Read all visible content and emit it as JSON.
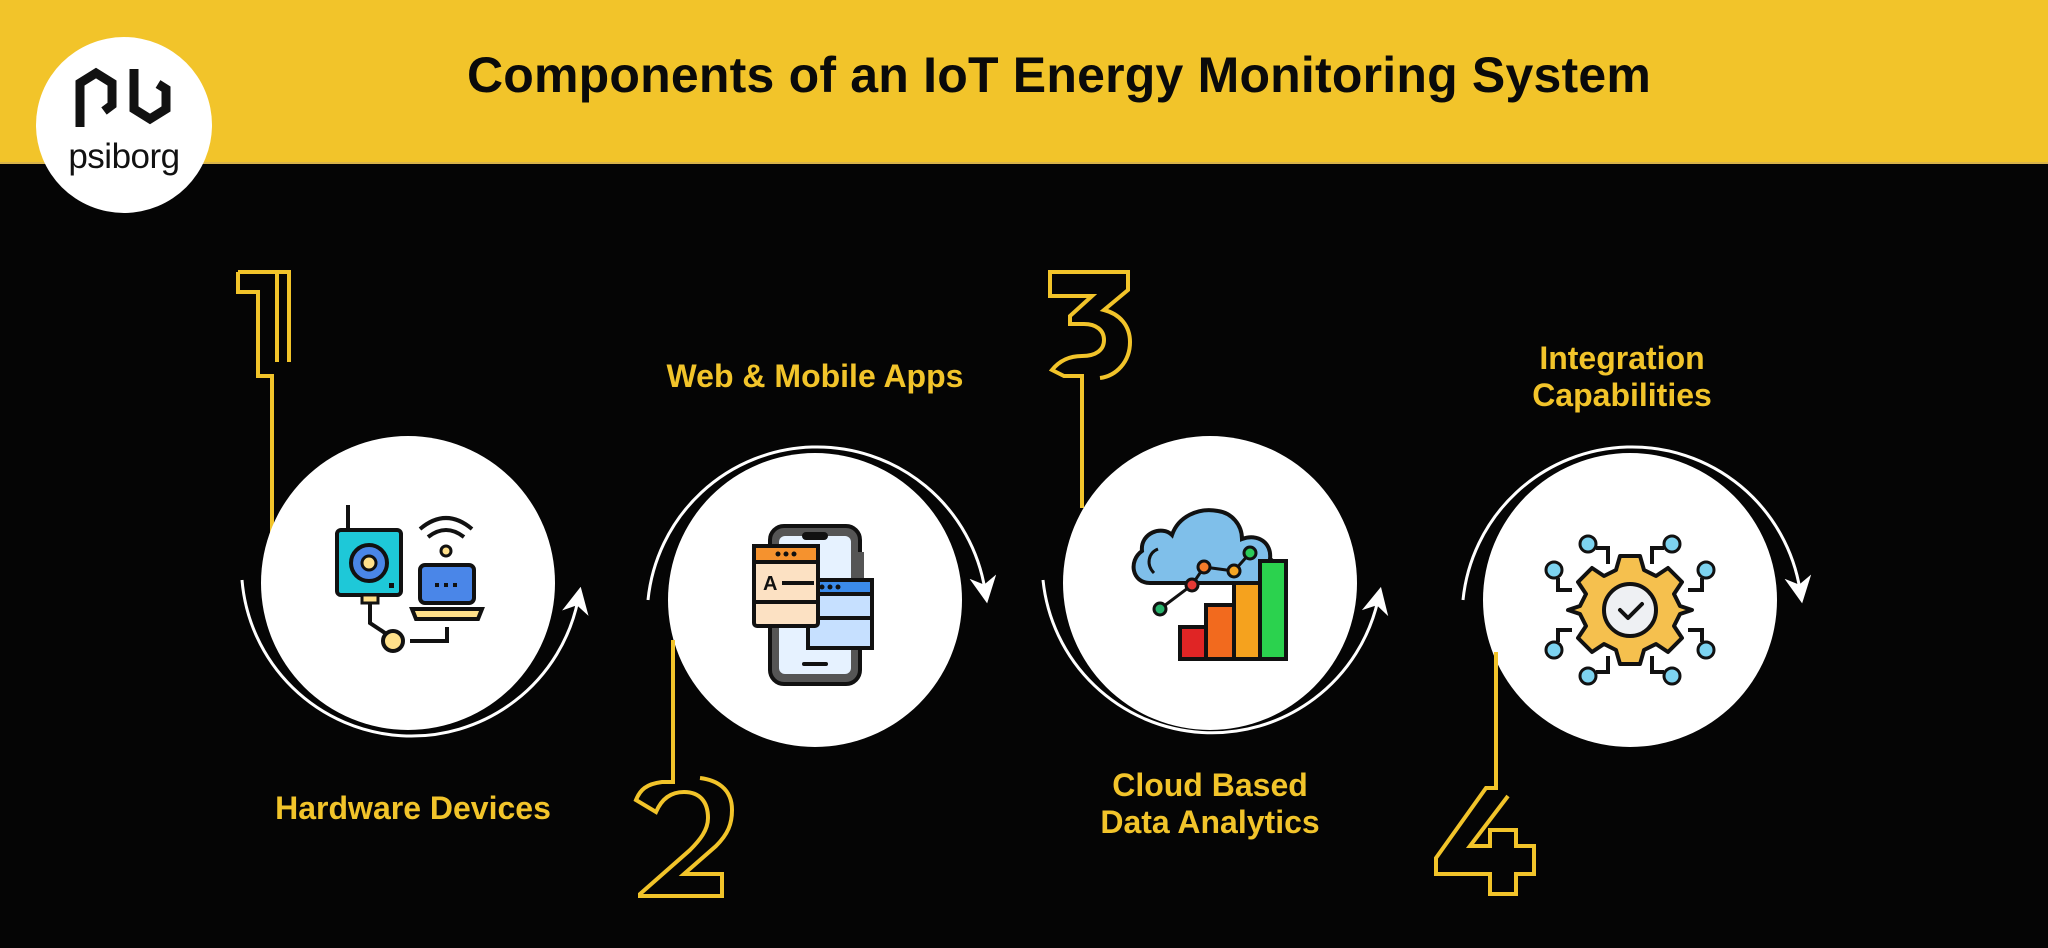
{
  "header": {
    "title": "Components of an IoT Energy Monitoring System",
    "background_color": "#F2C42A"
  },
  "logo": {
    "brand": "psiborg",
    "mark_icon": "pb-monogram-icon"
  },
  "colors": {
    "accent": "#F2C42A",
    "background": "#050505",
    "circle": "#FFFFFF",
    "arrow": "#FFFFFF"
  },
  "steps": [
    {
      "number": "1",
      "label": "Hardware Devices",
      "icon": "iot-hardware-device-icon"
    },
    {
      "number": "2",
      "label": "Web & Mobile Apps",
      "icon": "mobile-web-app-icon"
    },
    {
      "number": "3",
      "label_line1": "Cloud Based",
      "label_line2": "Data Analytics",
      "icon": "cloud-analytics-chart-icon"
    },
    {
      "number": "4",
      "label_line1": "Integration",
      "label_line2": "Capabilities",
      "icon": "gear-integration-icon"
    }
  ]
}
